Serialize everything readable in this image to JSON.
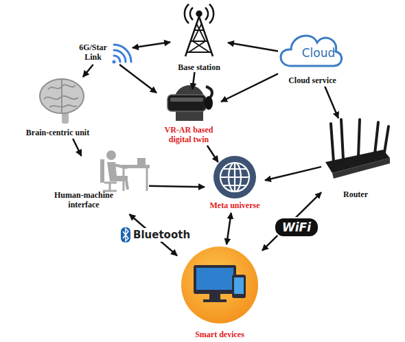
{
  "diagram": {
    "nodes": [
      {
        "text": [
          "6G/Star Link"
        ]
      },
      {
        "text": [
          "Base station"
        ]
      },
      {
        "text": [
          "Cloud",
          "Cloud service"
        ]
      },
      {
        "text": [
          "Brain-centric unit"
        ]
      },
      {
        "text": [
          "VR-AR based digital twin"
        ]
      },
      {
        "text": [
          "Router"
        ]
      },
      {
        "text": [
          "Human-machine interface"
        ]
      },
      {
        "text": [
          "Meta universe"
        ]
      },
      {
        "text": [
          "Smart devices"
        ]
      }
    ],
    "edges": [
      {
        "from": 0,
        "to": 1,
        "arrow": "both"
      },
      {
        "from": 2,
        "to": 1,
        "arrow": "to"
      },
      {
        "from": 0,
        "to": 3,
        "arrow": "to"
      },
      {
        "from": 0,
        "to": 4,
        "arrow": "to"
      },
      {
        "from": 1,
        "to": 4,
        "arrow": "to"
      },
      {
        "from": 2,
        "to": 4,
        "arrow": "to"
      },
      {
        "from": 2,
        "to": 5,
        "arrow": "to"
      },
      {
        "from": 3,
        "to": 6,
        "arrow": "to"
      },
      {
        "from": 6,
        "to": 7,
        "arrow": "to"
      },
      {
        "from": 4,
        "to": 7,
        "arrow": "to"
      },
      {
        "from": 5,
        "to": 7,
        "arrow": "to"
      },
      {
        "from": 7,
        "to": 8,
        "arrow": "both"
      },
      {
        "from": 6,
        "to": 8,
        "arrow": "both",
        "label": "Bluetooth"
      },
      {
        "from": 5,
        "to": 8,
        "arrow": "both",
        "label": "WiFi"
      }
    ]
  }
}
